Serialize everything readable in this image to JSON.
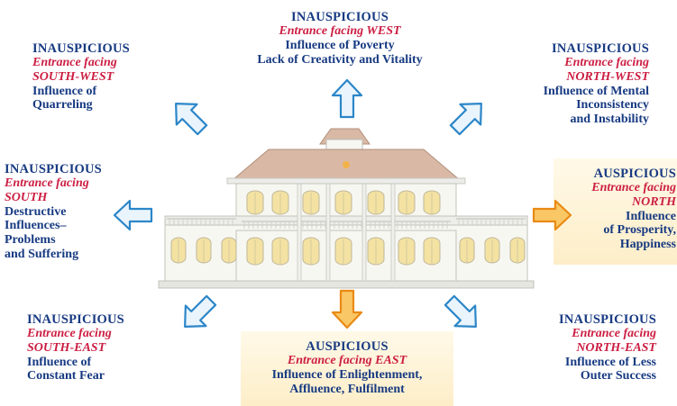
{
  "directions": [
    {
      "key": "west",
      "status": "INAUSPICIOUS",
      "entrance": [
        "Entrance facing WEST"
      ],
      "influence": [
        "Influence of Poverty",
        "Lack of Creativity and Vitality"
      ],
      "colors": {
        "arrow": "#2b86c8",
        "fill": "#e9f4fc"
      }
    },
    {
      "key": "southwest",
      "status": "INAUSPICIOUS",
      "entrance": [
        "Entrance facing",
        "SOUTH-WEST"
      ],
      "influence": [
        "Influence of",
        "Quarreling"
      ],
      "colors": {
        "arrow": "#2b86c8",
        "fill": "#e9f4fc"
      }
    },
    {
      "key": "northwest",
      "status": "INAUSPICIOUS",
      "entrance": [
        "Entrance facing",
        "NORTH-WEST"
      ],
      "influence": [
        "Influence of Mental",
        "Inconsistency",
        "and Instability"
      ],
      "colors": {
        "arrow": "#2b86c8",
        "fill": "#e9f4fc"
      }
    },
    {
      "key": "south",
      "status": "INAUSPICIOUS",
      "entrance": [
        "Entrance facing",
        "SOUTH"
      ],
      "influence": [
        "Destructive",
        "Influences–",
        "Problems",
        "and Suffering"
      ],
      "colors": {
        "arrow": "#2b86c8",
        "fill": "#e9f4fc"
      }
    },
    {
      "key": "north",
      "status": "AUSPICIOUS",
      "entrance": [
        "Entrance facing",
        "NORTH"
      ],
      "influence": [
        "Influence",
        "of Prosperity,",
        "Happiness"
      ],
      "colors": {
        "arrow": "#e98a14",
        "fill": "#f9c766"
      }
    },
    {
      "key": "southeast",
      "status": "INAUSPICIOUS",
      "entrance": [
        "Entrance facing",
        "SOUTH-EAST"
      ],
      "influence": [
        "Influence of",
        "Constant Fear"
      ],
      "colors": {
        "arrow": "#2b86c8",
        "fill": "#e9f4fc"
      }
    },
    {
      "key": "east",
      "status": "AUSPICIOUS",
      "entrance": [
        "Entrance facing EAST"
      ],
      "influence": [
        "Influence of Enlightenment,",
        "Affluence, Fulfilment"
      ],
      "colors": {
        "arrow": "#e98a14",
        "fill": "#f9c766"
      }
    },
    {
      "key": "northeast",
      "status": "INAUSPICIOUS",
      "entrance": [
        "Entrance facing",
        "NORTH-EAST"
      ],
      "influence": [
        "Influence of Less",
        "Outer Success"
      ],
      "colors": {
        "arrow": "#2b86c8",
        "fill": "#e9f4fc"
      }
    }
  ],
  "colors": {
    "status": "#173a82",
    "entrance": "#cc1f43",
    "building": "#f7f7f2",
    "roof": "#d9b9a6",
    "window": "#f3e2a2"
  }
}
